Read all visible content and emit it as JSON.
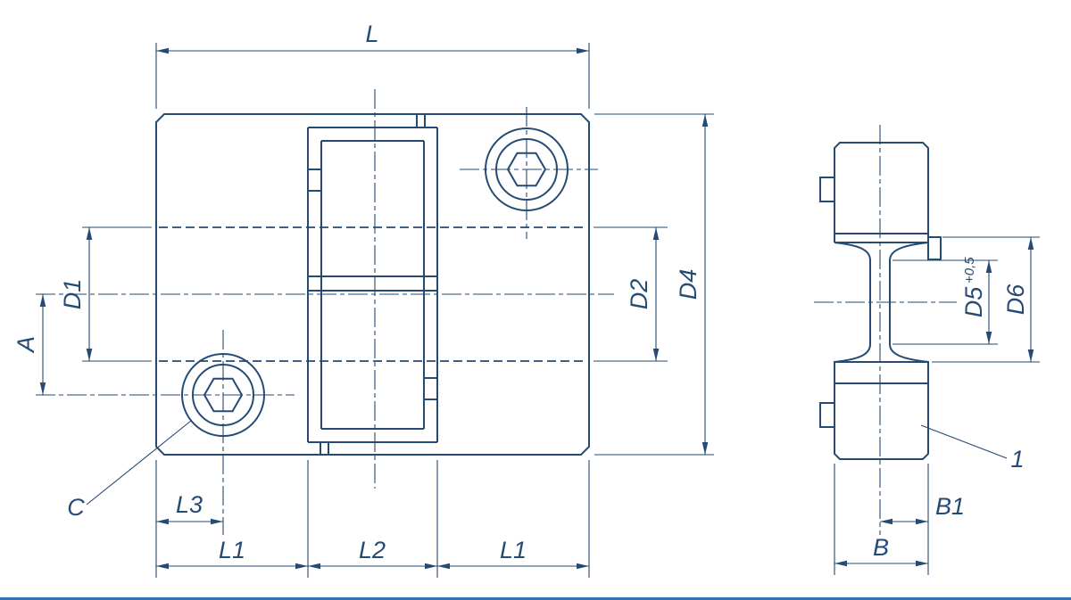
{
  "meta": {
    "description": "Technical dimension drawing of a jaw coupling: front view (left) and sectioned side view (right)",
    "line_color": "#254a73",
    "background_color": "#ffffff",
    "footer_bar_color": "#2e74b5"
  },
  "front_view": {
    "dims": {
      "L": "L",
      "D1": "D1",
      "A": "A",
      "D2": "D2",
      "D4": "D4",
      "L1_left": "L1",
      "L2": "L2",
      "L1_right": "L1",
      "L3": "L3"
    },
    "callouts": {
      "C": "C"
    }
  },
  "side_view": {
    "dims": {
      "D5": "D5",
      "D5_tolerance": "+0,5",
      "D6": "D6",
      "B": "B",
      "B1": "B1"
    },
    "callouts": {
      "item_1": "1"
    }
  }
}
